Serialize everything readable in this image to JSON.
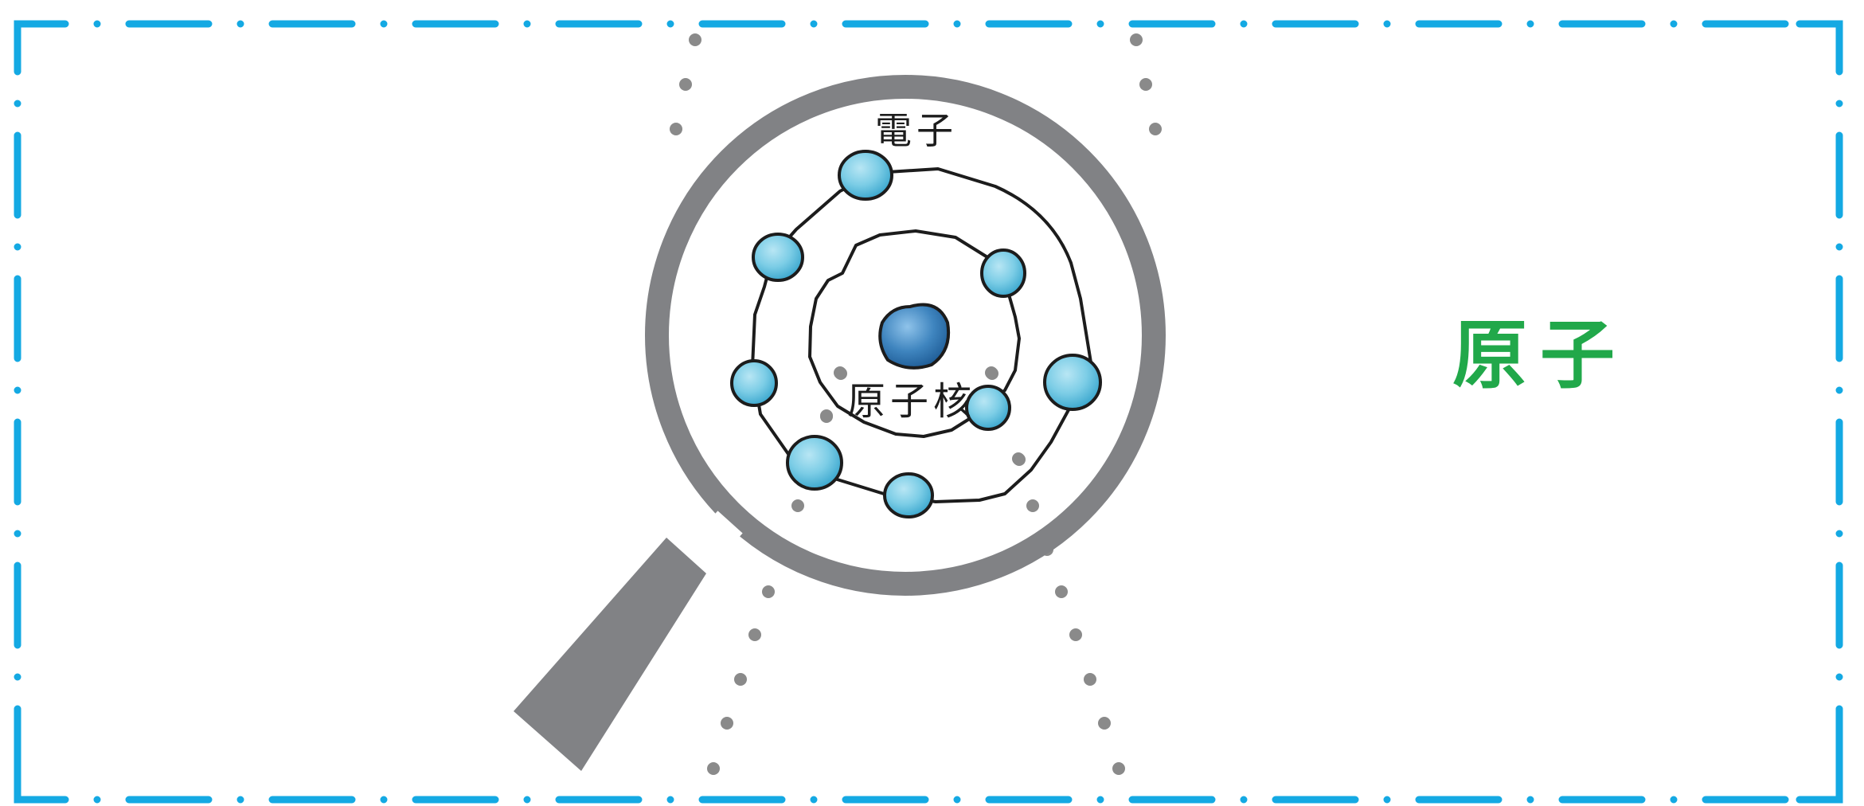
{
  "diagram": {
    "title": "原子",
    "labels": {
      "electron": "電子",
      "nucleus": "原子核"
    }
  },
  "colors": {
    "frame": "#14a9e3",
    "title": "#21a84a",
    "magnifier": "#818285",
    "electron_fill": "#7ccde6",
    "nucleus_fill": "#3f85bf",
    "orbit": "#1c1c1c",
    "dots": "#8a8a8a"
  },
  "icons": {
    "magnifier": "magnifying-glass-icon",
    "electron": "electron-particle",
    "nucleus": "nucleus-particle"
  }
}
